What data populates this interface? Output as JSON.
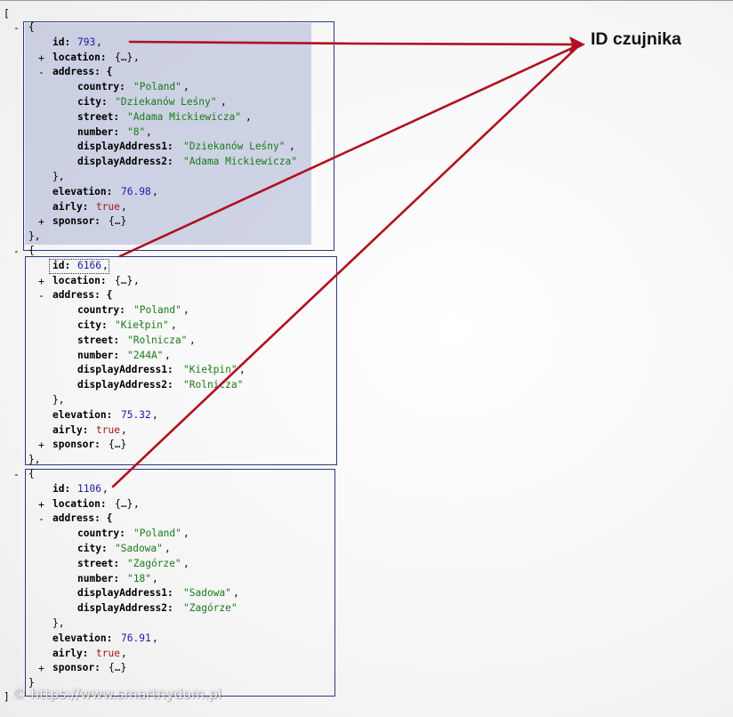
{
  "annotation": {
    "label": "ID czujnika",
    "color": "#b01020"
  },
  "watermark": "© https://www.smartnydom.pl",
  "json_viewer": {
    "open_bracket": "[",
    "close_bracket": "]",
    "collapse_symbol": "-",
    "expand_symbol": "+",
    "collapsed_placeholder": "{…}",
    "entries": [
      {
        "id": "793",
        "address": {
          "country": "\"Poland\"",
          "city": "\"Dziekanów Leśny\"",
          "street": "\"Adama Mickiewicza\"",
          "number": "\"8\"",
          "displayAddress1": "\"Dziekanów Leśny\"",
          "displayAddress2": "\"Adama Mickiewicza\""
        },
        "elevation": "76.98",
        "airly": "true",
        "closing": "},"
      },
      {
        "id": "6166",
        "address": {
          "country": "\"Poland\"",
          "city": "\"Kiełpin\"",
          "street": "\"Rolnicza\"",
          "number": "\"244A\"",
          "displayAddress1": "\"Kiełpin\"",
          "displayAddress2": "\"Rolnicza\""
        },
        "elevation": "75.32",
        "airly": "true",
        "closing": "},"
      },
      {
        "id": "1106",
        "address": {
          "country": "\"Poland\"",
          "city": "\"Sadowa\"",
          "street": "\"Zagórze\"",
          "number": "\"18\"",
          "displayAddress1": "\"Sadowa\"",
          "displayAddress2": "\"Zagórze\""
        },
        "elevation": "76.91",
        "airly": "true",
        "closing": "}"
      }
    ]
  }
}
